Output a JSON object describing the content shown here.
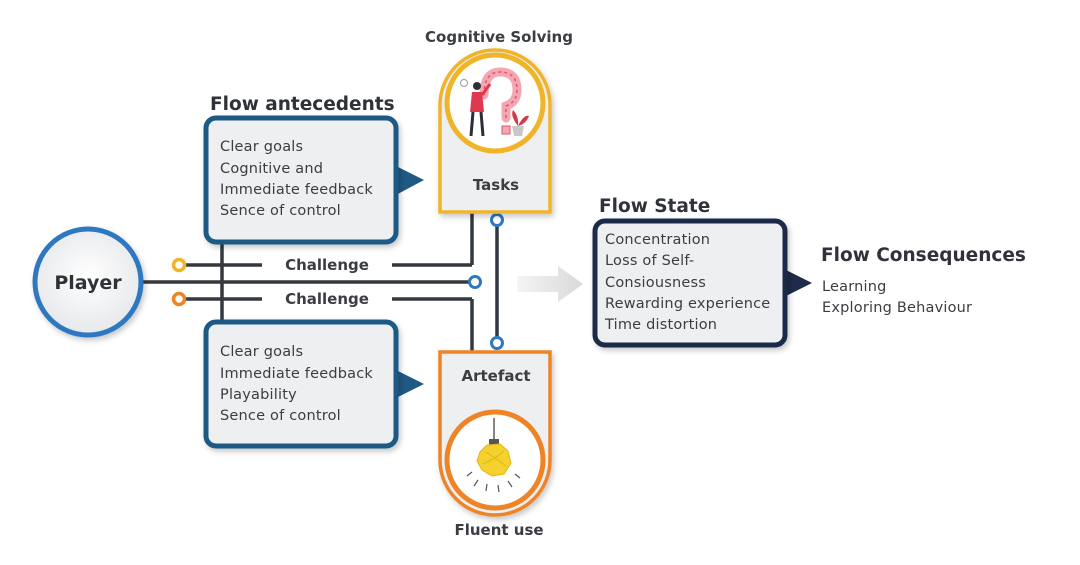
{
  "player": {
    "label": "Player"
  },
  "antecedents": {
    "title": "Flow antecedents",
    "top_items": [
      "Clear goals",
      "Cognitive and",
      "Immediate feedback",
      "Sence of control"
    ],
    "bottom_items": [
      "Clear goals",
      "Immediate feedback",
      "Playability",
      "Sence of control"
    ]
  },
  "challenge_labels": [
    "Challenge",
    "Challenge"
  ],
  "tasks": {
    "caption": "Cognitive Solving",
    "label": "Tasks"
  },
  "artefact": {
    "label": "Artefact",
    "caption": "Fluent use"
  },
  "flow_state": {
    "title": "Flow State",
    "items": [
      "Concentration",
      "Loss of Self-",
      "Consiousness",
      "Rewarding experience",
      "Time distortion"
    ]
  },
  "consequences": {
    "title": "Flow Consequences",
    "items": [
      "Learning",
      "Exploring Behaviour"
    ]
  },
  "colors": {
    "navy": "#1f3a5f",
    "panel": "#eeeff1",
    "blue": "#2e78c2",
    "yellow": "#f0b429",
    "orange": "#ee8426",
    "dark_navy": "#1e2b4a",
    "line": "#34383f"
  }
}
